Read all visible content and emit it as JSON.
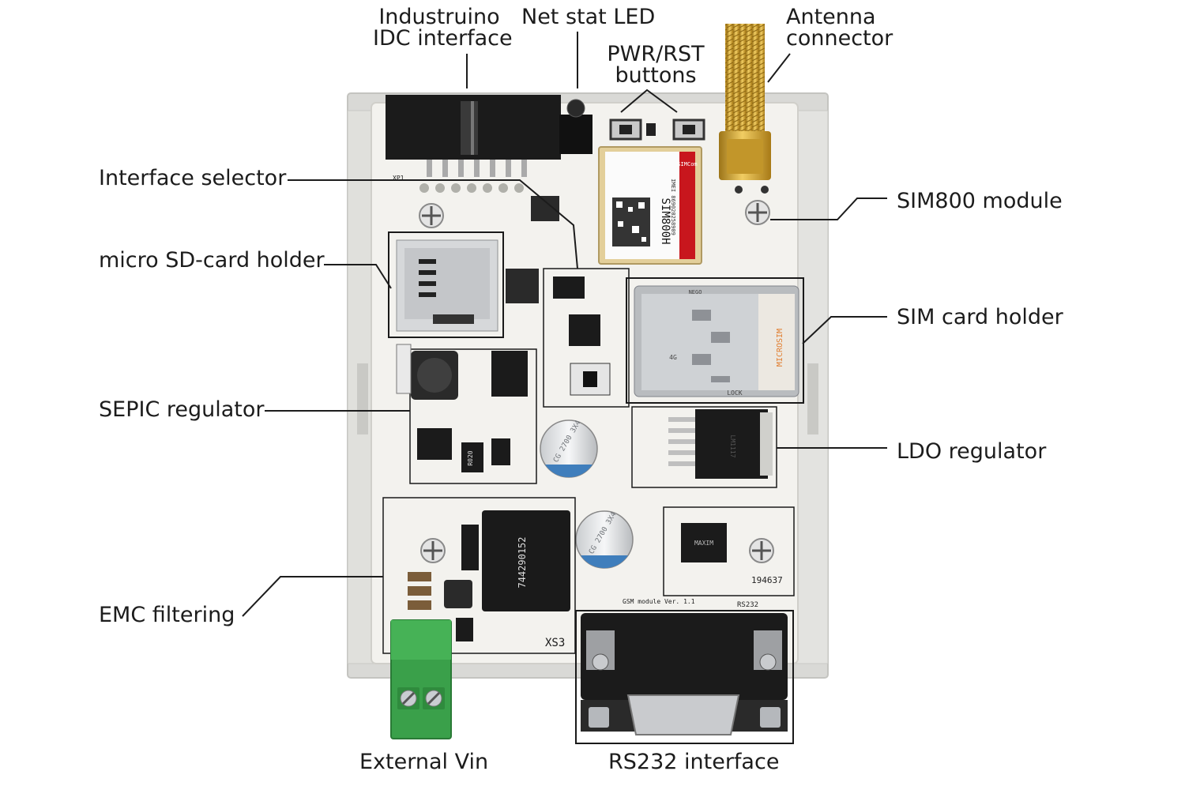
{
  "labels": {
    "idc": [
      "Industruino",
      "IDC interface"
    ],
    "net_led": "Net stat LED",
    "pwr_rst": [
      "PWR/RST",
      "buttons"
    ],
    "antenna": [
      "Antenna",
      "connector"
    ],
    "interface_selector": "Interface selector",
    "sim800": "SIM800 module",
    "sd_holder": "micro SD-card holder",
    "sim_holder": "SIM card holder",
    "sepic": "SEPIC regulator",
    "ldo": "LDO regulator",
    "emc": "EMC filtering",
    "vin": "External Vin",
    "rs232": "RS232 interface"
  },
  "board_text": {
    "module_name": "SIM800H",
    "module_brand": "SIMCom",
    "module_imei": "IMEI 869020258909",
    "sim_mark_micro": "MICROSIM",
    "sim_mark_lock": "LOCK",
    "sim_mark_4g": "4G",
    "sim_mark_nego": "NEGO",
    "cap_1": "CG 2700 3X4",
    "cap_2": "CG 2700 3X4",
    "inductor_text": "744290152",
    "resistor_text": "R020",
    "serial": "194637",
    "version": "GSM module Ver. 1.1",
    "rs232_silk": "RS232",
    "xs3": "XS3",
    "xp1": "XP1",
    "ldo_chip_text": "LM1117",
    "ic_text": "MAXIM"
  },
  "colors": {
    "board": "#f3f2ee",
    "enclosure": "#d9d9d6",
    "terminal": "#3aa04a",
    "antenna_gold": "#d4a431",
    "chip": "#1b1b1b",
    "callout": "#1c1c1c"
  }
}
